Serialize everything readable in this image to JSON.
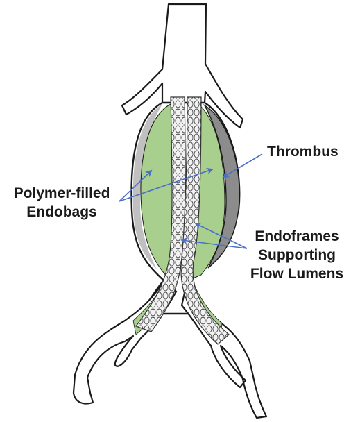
{
  "labels": {
    "thrombus": "Thrombus",
    "endobags": [
      "Polymer-filled",
      "Endobags"
    ],
    "endoframes": [
      "Endoframes",
      "Supporting",
      "Flow Lumens"
    ]
  },
  "colors": {
    "outline": "#1a1a1a",
    "endobag_fill": "#a9cf8f",
    "thrombus_fill": "#8c8c8c",
    "stent_fill": "#f2f2f2",
    "stent_mesh": "#444444",
    "arrow": "#4a6fc9"
  }
}
